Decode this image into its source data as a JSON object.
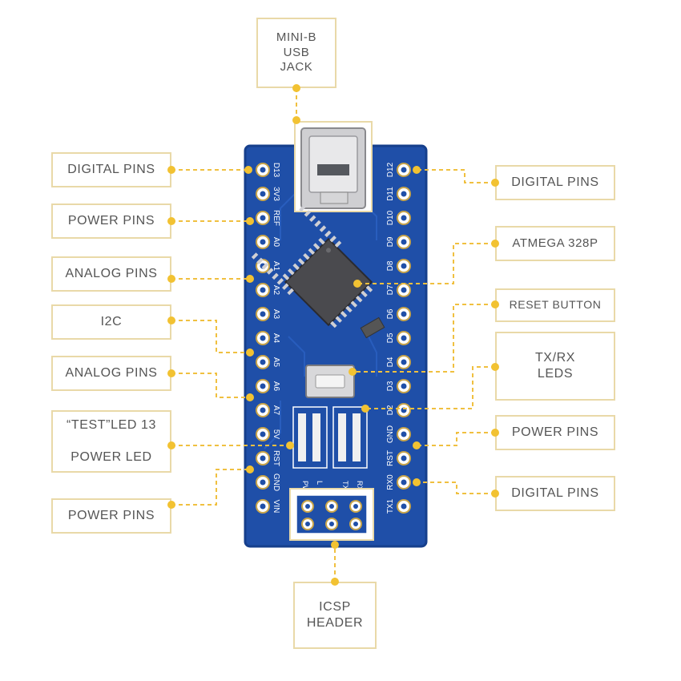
{
  "colors": {
    "board": "#1f4fa8",
    "board_edge": "#163f8c",
    "callout_line": "#f0c040",
    "callout_dot": "#f2c232",
    "label_border": "#e9d9a8",
    "silkscreen": "#ffffff",
    "chip": "#4a4a4e",
    "pin_gold": "#c9a54a"
  },
  "labels": {
    "usb": "MINI-B\nUSB\nJACK",
    "digital_top_left": "DIGITAL PINS",
    "power_left_1": "POWER PINS",
    "analog_left_1": "ANALOG PINS",
    "i2c": "I2C",
    "analog_left_2": "ANALOG PINS",
    "test_led": "“TEST”LED 13\n\nPOWER LED",
    "power_left_2": "POWER PINS",
    "icsp": "ICSP\nHEADER",
    "digital_right_1": "DIGITAL PINS",
    "atmega": "ATMEGA 328P",
    "reset": "RESET BUTTON",
    "txrx": "TX/RX\nLEDS",
    "power_right": "POWER PINS",
    "digital_right_2": "DIGITAL PINS"
  },
  "silkscreen": {
    "left_pins": [
      "D13",
      "3V3",
      "REF",
      "A0",
      "A1",
      "A2",
      "A3",
      "A4",
      "A5",
      "A6",
      "A7",
      "5V",
      "RST",
      "GND",
      "VIN"
    ],
    "right_pins": [
      "D12",
      "D11",
      "D10",
      "D9",
      "D8",
      "D7",
      "D6",
      "D5",
      "D4",
      "D3",
      "D2",
      "GND",
      "RST",
      "RX0",
      "TX1"
    ],
    "led_labels": [
      "PWR",
      "L",
      "TX",
      "RX"
    ]
  },
  "icons": {
    "usb_connector": "usb-mini-b-icon",
    "chip": "qfp-chip-icon",
    "reset_button": "push-button-icon",
    "icsp": "pin-header-icon"
  }
}
